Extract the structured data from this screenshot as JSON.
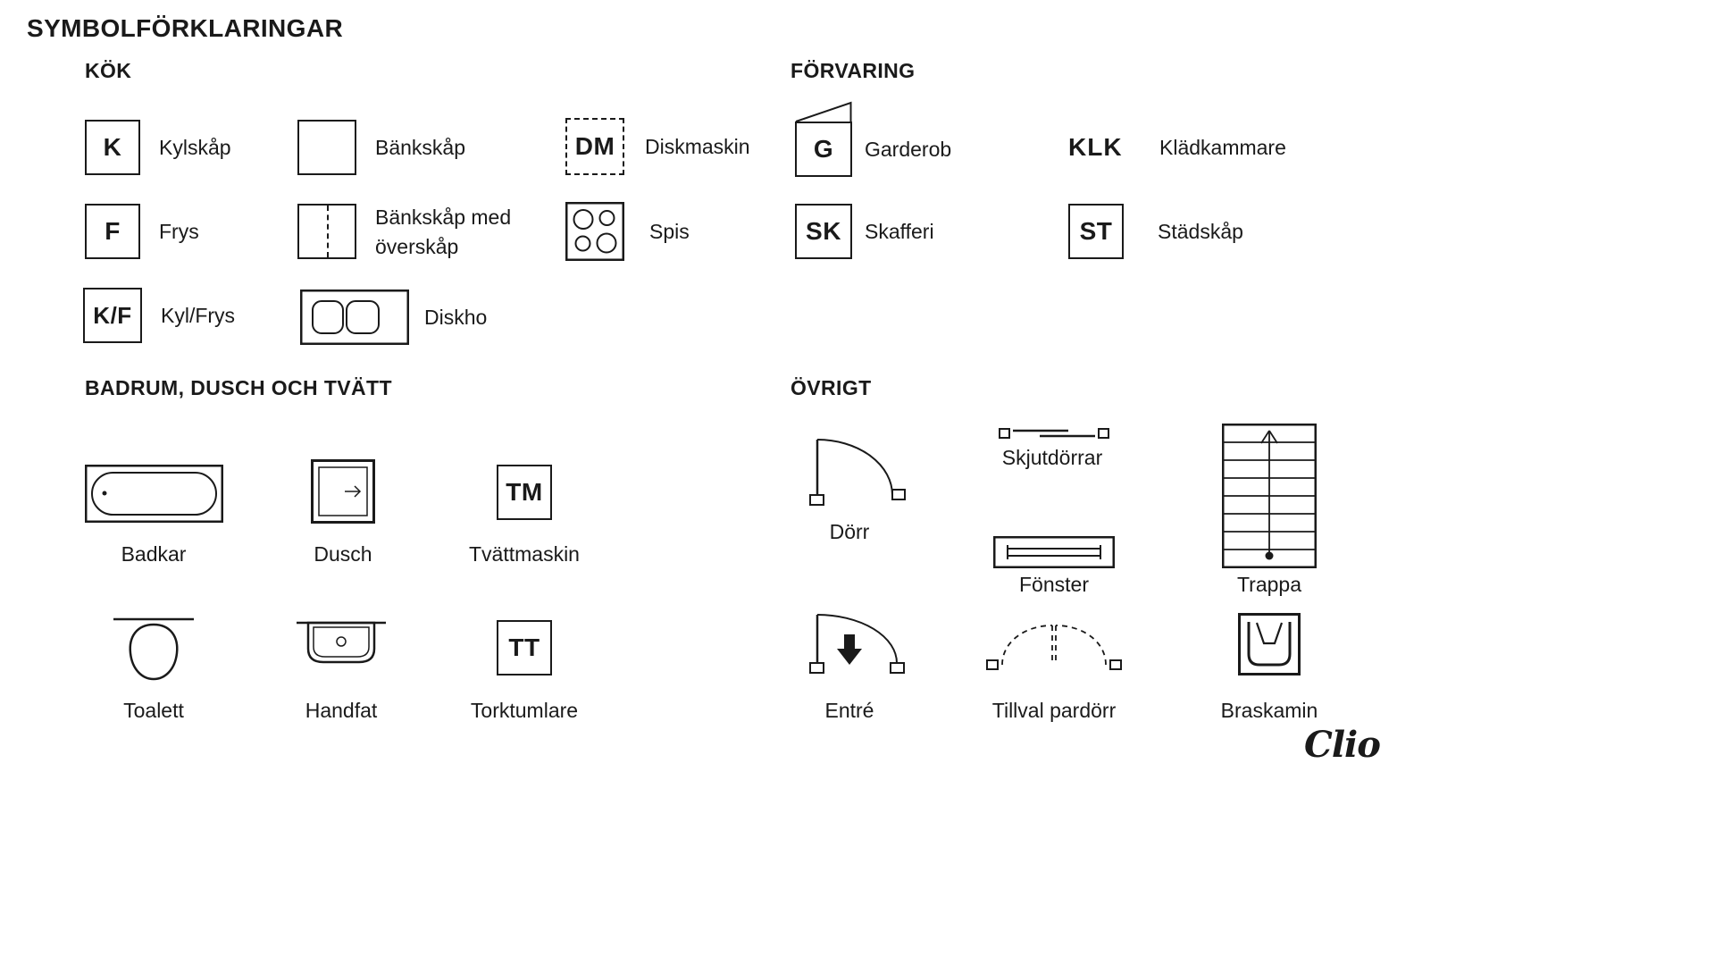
{
  "title": "SYMBOLFÖRKLARINGAR",
  "logo": "Clio",
  "colors": {
    "ink": "#1a1a1a",
    "background": "#ffffff"
  },
  "sections": {
    "kok": {
      "heading": "KÖK",
      "items": {
        "kylskap": {
          "symbol": "K",
          "label": "Kylskåp",
          "icon": "square-letter-box"
        },
        "bankskap": {
          "label": "Bänkskåp",
          "icon": "square-box"
        },
        "diskmaskin": {
          "symbol": "DM",
          "label": "Diskmaskin",
          "icon": "dashed-square-box"
        },
        "frys": {
          "symbol": "F",
          "label": "Frys",
          "icon": "square-letter-box"
        },
        "bankskap_med_overskap": {
          "label": "Bänkskåp med\növerskåp",
          "icon": "square-dashed-divider-box"
        },
        "spis": {
          "label": "Spis",
          "icon": "stove-icon"
        },
        "kyl_frys": {
          "symbol": "K/F",
          "label": "Kyl/Frys",
          "icon": "square-letter-box"
        },
        "diskho": {
          "label": "Diskho",
          "icon": "sink-icon"
        }
      }
    },
    "forvaring": {
      "heading": "FÖRVARING",
      "items": {
        "garderob": {
          "symbol": "G",
          "label": "Garderob",
          "icon": "wardrobe-icon"
        },
        "kladkammare": {
          "symbol": "KLK",
          "label": "Klädkammare",
          "icon": "letters-symbol"
        },
        "skafferi": {
          "symbol": "SK",
          "label": "Skafferi",
          "icon": "square-letter-box"
        },
        "stadskap": {
          "symbol": "ST",
          "label": "Städskåp",
          "icon": "square-letter-box"
        }
      }
    },
    "badrum": {
      "heading": "BADRUM, DUSCH OCH TVÄTT",
      "items": {
        "badkar": {
          "label": "Badkar",
          "icon": "bathtub-icon"
        },
        "dusch": {
          "label": "Dusch",
          "icon": "shower-icon"
        },
        "tvattmaskin": {
          "symbol": "TM",
          "label": "Tvättmaskin",
          "icon": "square-letter-box"
        },
        "toalett": {
          "label": "Toalett",
          "icon": "toilet-icon"
        },
        "handfat": {
          "label": "Handfat",
          "icon": "washbasin-icon"
        },
        "torktumlare": {
          "symbol": "TT",
          "label": "Torktumlare",
          "icon": "square-letter-box"
        }
      }
    },
    "ovrigt": {
      "heading": "ÖVRIGT",
      "items": {
        "dorr": {
          "label": "Dörr",
          "icon": "door-swing-icon"
        },
        "skjutdorrar": {
          "label": "Skjutdörrar",
          "icon": "sliding-doors-icon"
        },
        "fonster": {
          "label": "Fönster",
          "icon": "window-icon"
        },
        "trappa": {
          "label": "Trappa",
          "icon": "stairs-icon"
        },
        "entre": {
          "label": "Entré",
          "icon": "entrance-door-icon"
        },
        "tillval_pardorr": {
          "label": "Tillval pardörr",
          "icon": "double-door-dashed-icon"
        },
        "braskamin": {
          "label": "Braskamin",
          "icon": "fireplace-icon"
        }
      }
    }
  }
}
